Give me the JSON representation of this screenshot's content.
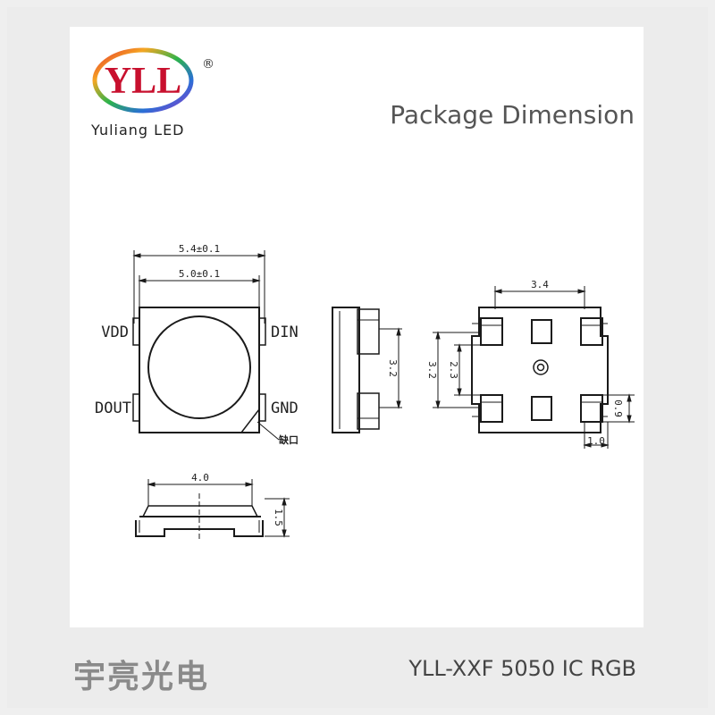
{
  "logo": {
    "mark": "YLL",
    "registered": "®",
    "company": "Yuliang LED",
    "ring_colors": [
      "#e62e2e",
      "#f5a623",
      "#2db34a",
      "#2a6fd6",
      "#8e3ccb"
    ],
    "mark_color": "#c8102e"
  },
  "header": {
    "title": "Package Dimension"
  },
  "top_view": {
    "outer_width": "5.4±0.1",
    "inner_width": "5.0±0.1",
    "pins": {
      "top_left": "VDD",
      "top_right": "DIN",
      "bottom_left": "DOUT",
      "bottom_right": "GND"
    },
    "notch_label": "缺口"
  },
  "side_view": {
    "height": "3.2"
  },
  "bottom_view": {
    "pad_span": "3.4",
    "outer_height": "3.2",
    "inner_height": "2.3",
    "pad_height": "0.9",
    "pad_width": "1.0"
  },
  "profile_view": {
    "width": "4.0",
    "height": "1.5"
  },
  "footer": {
    "brand_cn": "宇亮光电",
    "product": "YLL-XXF 5050 IC RGB"
  }
}
